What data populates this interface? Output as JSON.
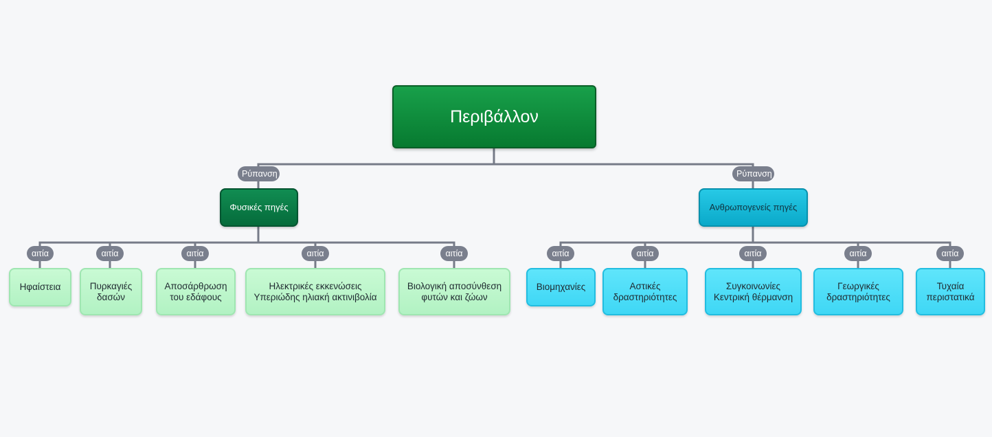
{
  "diagram": {
    "root": "Περιβάλλον",
    "branches": [
      {
        "link_label": "Ρύπανση",
        "label": "Φυσικές πηγές",
        "leaf_link_label": "αιτία",
        "leaves": [
          "Ηφαίστεια",
          "Πυρκαγιές\nδασών",
          "Αποσάρθρωση\nτου εδάφους",
          "Ηλεκτρικές εκκενώσεις\nΥπεριώδης ηλιακή ακτινιβολία",
          "Βιολογική αποσύνθεση\nφυτών και ζώων"
        ]
      },
      {
        "link_label": "Ρύπανση",
        "label": "Ανθρωπογενείς πηγές",
        "leaf_link_label": "αιτία",
        "leaves": [
          "Βιομηχανίες",
          "Αστικές\nδραστηριότητες",
          "Συγκοινωνίες\nΚεντρική θέρμανση",
          "Γεωργικές\nδραστηριότητες",
          "Τυχαία\nπεριστατικά"
        ]
      }
    ]
  },
  "colors": {
    "root": "#0c8a3a",
    "natural_branch": "#0b7a46",
    "human_branch": "#17b8d8",
    "natural_leaf": "#bff6cc",
    "human_leaf": "#45d9f6",
    "connector": "#767b88",
    "background": "#f6f7f9"
  }
}
